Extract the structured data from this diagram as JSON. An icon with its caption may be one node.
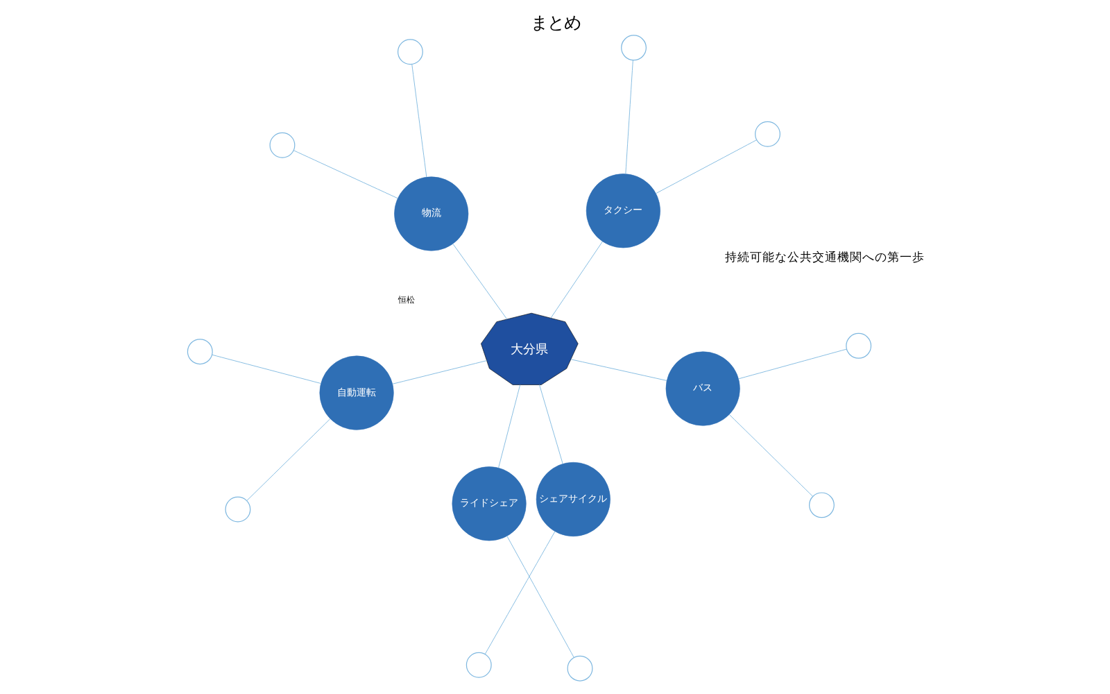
{
  "diagram": {
    "title": "まとめ",
    "nodes": [
      {
        "text": [
          "大分県"
        ]
      },
      {
        "text": [
          "物流"
        ]
      },
      {
        "text": [],
        "shape": "circle"
      },
      {
        "text": [],
        "shape": "circle"
      },
      {
        "text": [
          "自動運転"
        ]
      },
      {
        "text": [],
        "shape": "circle"
      },
      {
        "text": [],
        "shape": "circle"
      },
      {
        "text": [
          "シェアサイクル"
        ]
      },
      {
        "text": [],
        "shape": "circle"
      },
      {
        "text": [
          "ライドシェア"
        ]
      },
      {
        "text": [],
        "shape": "circle"
      },
      {
        "text": [
          "タクシー"
        ]
      },
      {
        "text": [],
        "shape": "circle"
      },
      {
        "text": [],
        "shape": "circle"
      },
      {
        "text": [
          "バス"
        ]
      },
      {
        "text": [],
        "shape": "circle"
      },
      {
        "text": [],
        "shape": "circle"
      }
    ],
    "edges": [
      {
        "from": 1,
        "to": 0,
        "arrow": "none"
      },
      {
        "from": 1,
        "to": 2,
        "arrow": "none"
      },
      {
        "from": 1,
        "to": 3,
        "arrow": "none"
      },
      {
        "from": 4,
        "to": 0,
        "arrow": "none"
      },
      {
        "from": 4,
        "to": 5,
        "arrow": "none"
      },
      {
        "from": 4,
        "to": 6,
        "arrow": "none"
      },
      {
        "from": 7,
        "to": 0,
        "arrow": "none"
      },
      {
        "from": 7,
        "to": 8,
        "arrow": "none"
      },
      {
        "from": 9,
        "to": 0,
        "arrow": "none"
      },
      {
        "from": 9,
        "to": 10,
        "arrow": "none"
      },
      {
        "from": 11,
        "to": 0,
        "arrow": "none"
      },
      {
        "from": 11,
        "to": 12,
        "arrow": "none"
      },
      {
        "from": 11,
        "to": 13,
        "arrow": "none"
      },
      {
        "from": 14,
        "to": 0,
        "arrow": "none"
      },
      {
        "from": 14,
        "to": 15,
        "arrow": "none"
      },
      {
        "from": 14,
        "to": 16,
        "arrow": "none"
      }
    ],
    "labels": [
      "持続可能な公共交通機関への第一歩",
      "恒松"
    ]
  }
}
